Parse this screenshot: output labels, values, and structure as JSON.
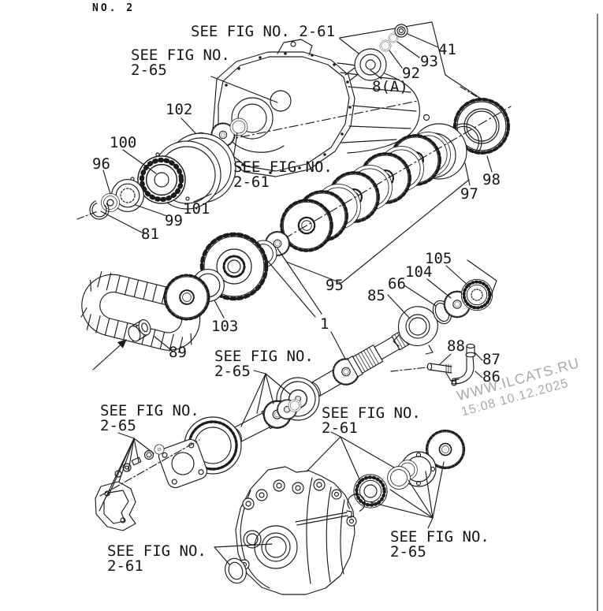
{
  "page": {
    "label": "NO. 2"
  },
  "watermark": {
    "line1": "WWW.ILCATS.RU",
    "line2": "15:08 10.12.2025"
  },
  "fig_refs": {
    "top_2_61": {
      "line1": "SEE FIG NO. 2-61"
    },
    "top_2_65": {
      "line1": "SEE FIG NO.",
      "line2": "2-65"
    },
    "mid_2_61": {
      "line1": "SEE FIG NO.",
      "line2": "2-61"
    },
    "shaft_2_65": {
      "line1": "SEE FIG NO.",
      "line2": "2-65"
    },
    "lower_2_61": {
      "line1": "SEE FIG NO.",
      "line2": "2-61"
    },
    "left_2_65": {
      "line1": "SEE FIG NO.",
      "line2": "2-65"
    },
    "bottom_2_61": {
      "line1": "SEE FIG NO.",
      "line2": "2-61"
    },
    "bottom_2_65": {
      "line1": "SEE FIG NO.",
      "line2": "2-65"
    }
  },
  "part_labels": {
    "p41": "41",
    "p93": "93",
    "p92": "92",
    "p8a": "8(A)",
    "p102": "102",
    "p100": "100",
    "p96": "96",
    "p101": "101",
    "p99": "99",
    "p81": "81",
    "p97": "97",
    "p98": "98",
    "p95": "95",
    "p105": "105",
    "p104": "104",
    "p66": "66",
    "p85": "85",
    "p1": "1",
    "p103": "103",
    "p89": "89",
    "p88": "88",
    "p87": "87",
    "p86": "86"
  },
  "colors": {
    "line": "#1c1c1c",
    "watermark": "#9b9b9b",
    "background": "#ffffff"
  }
}
